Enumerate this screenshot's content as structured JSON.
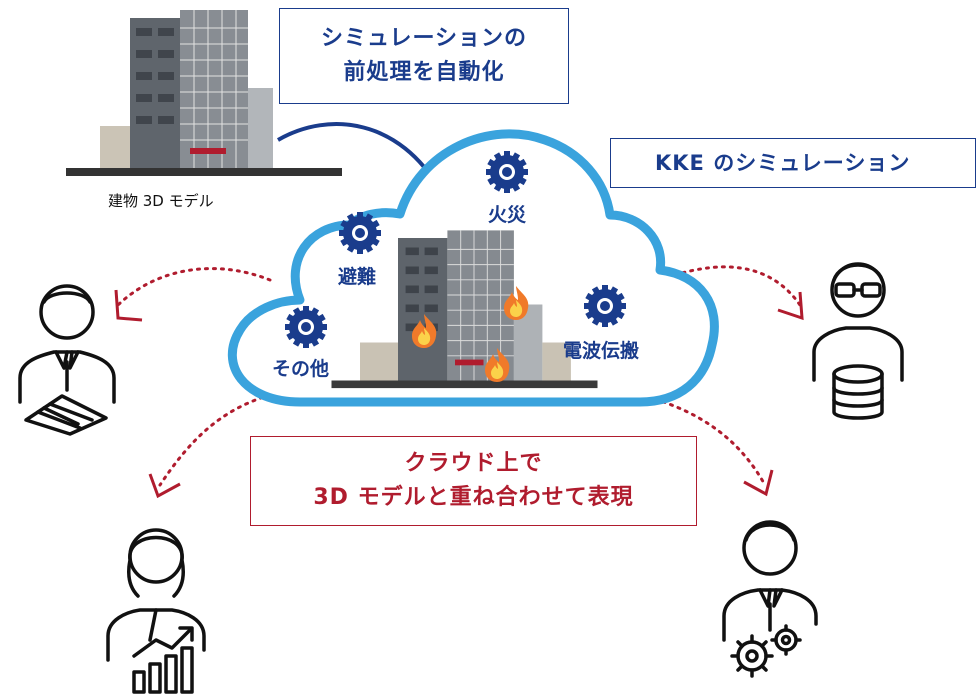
{
  "top_box": {
    "line1": "シミュレーションの",
    "line2": "前処理を自動化"
  },
  "legend_box": {
    "label": "KKE のシミュレーション",
    "icon": "gear-icon"
  },
  "bottom_box": {
    "line1": "クラウド上で",
    "line2": "3D モデルと重ね合わせて表現"
  },
  "model_caption": "建物 3D モデル",
  "simulations": {
    "fire": "火災",
    "evacuation": "避難",
    "other": "その他",
    "radio": "電波伝搬"
  },
  "colors": {
    "navy": "#1a3c8c",
    "cloud_blue": "#3aa3dd",
    "red": "#b01c2e",
    "flame": "#f07a2a"
  },
  "people_icons": [
    "engineer-solar-person-icon",
    "analyst-database-person-icon",
    "manager-chart-person-icon",
    "engineer-gears-person-icon"
  ]
}
